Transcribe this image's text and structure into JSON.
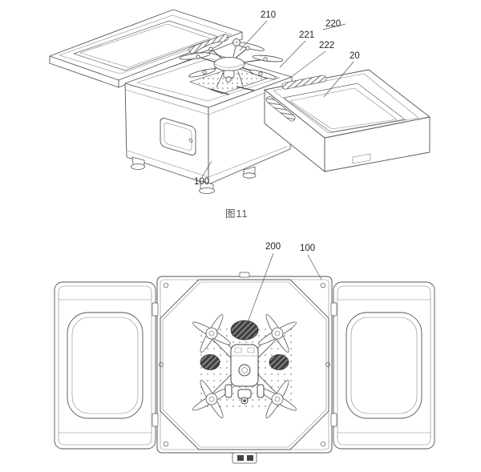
{
  "page": {
    "background": "#ffffff"
  },
  "figure1": {
    "caption": "图11",
    "ref_labels": {
      "n210": "210",
      "n220": "220",
      "n221": "221",
      "n222": "222",
      "n20": "20",
      "n100": "100"
    }
  },
  "figure2": {
    "ref_labels": {
      "n200": "200",
      "n100": "100"
    }
  }
}
